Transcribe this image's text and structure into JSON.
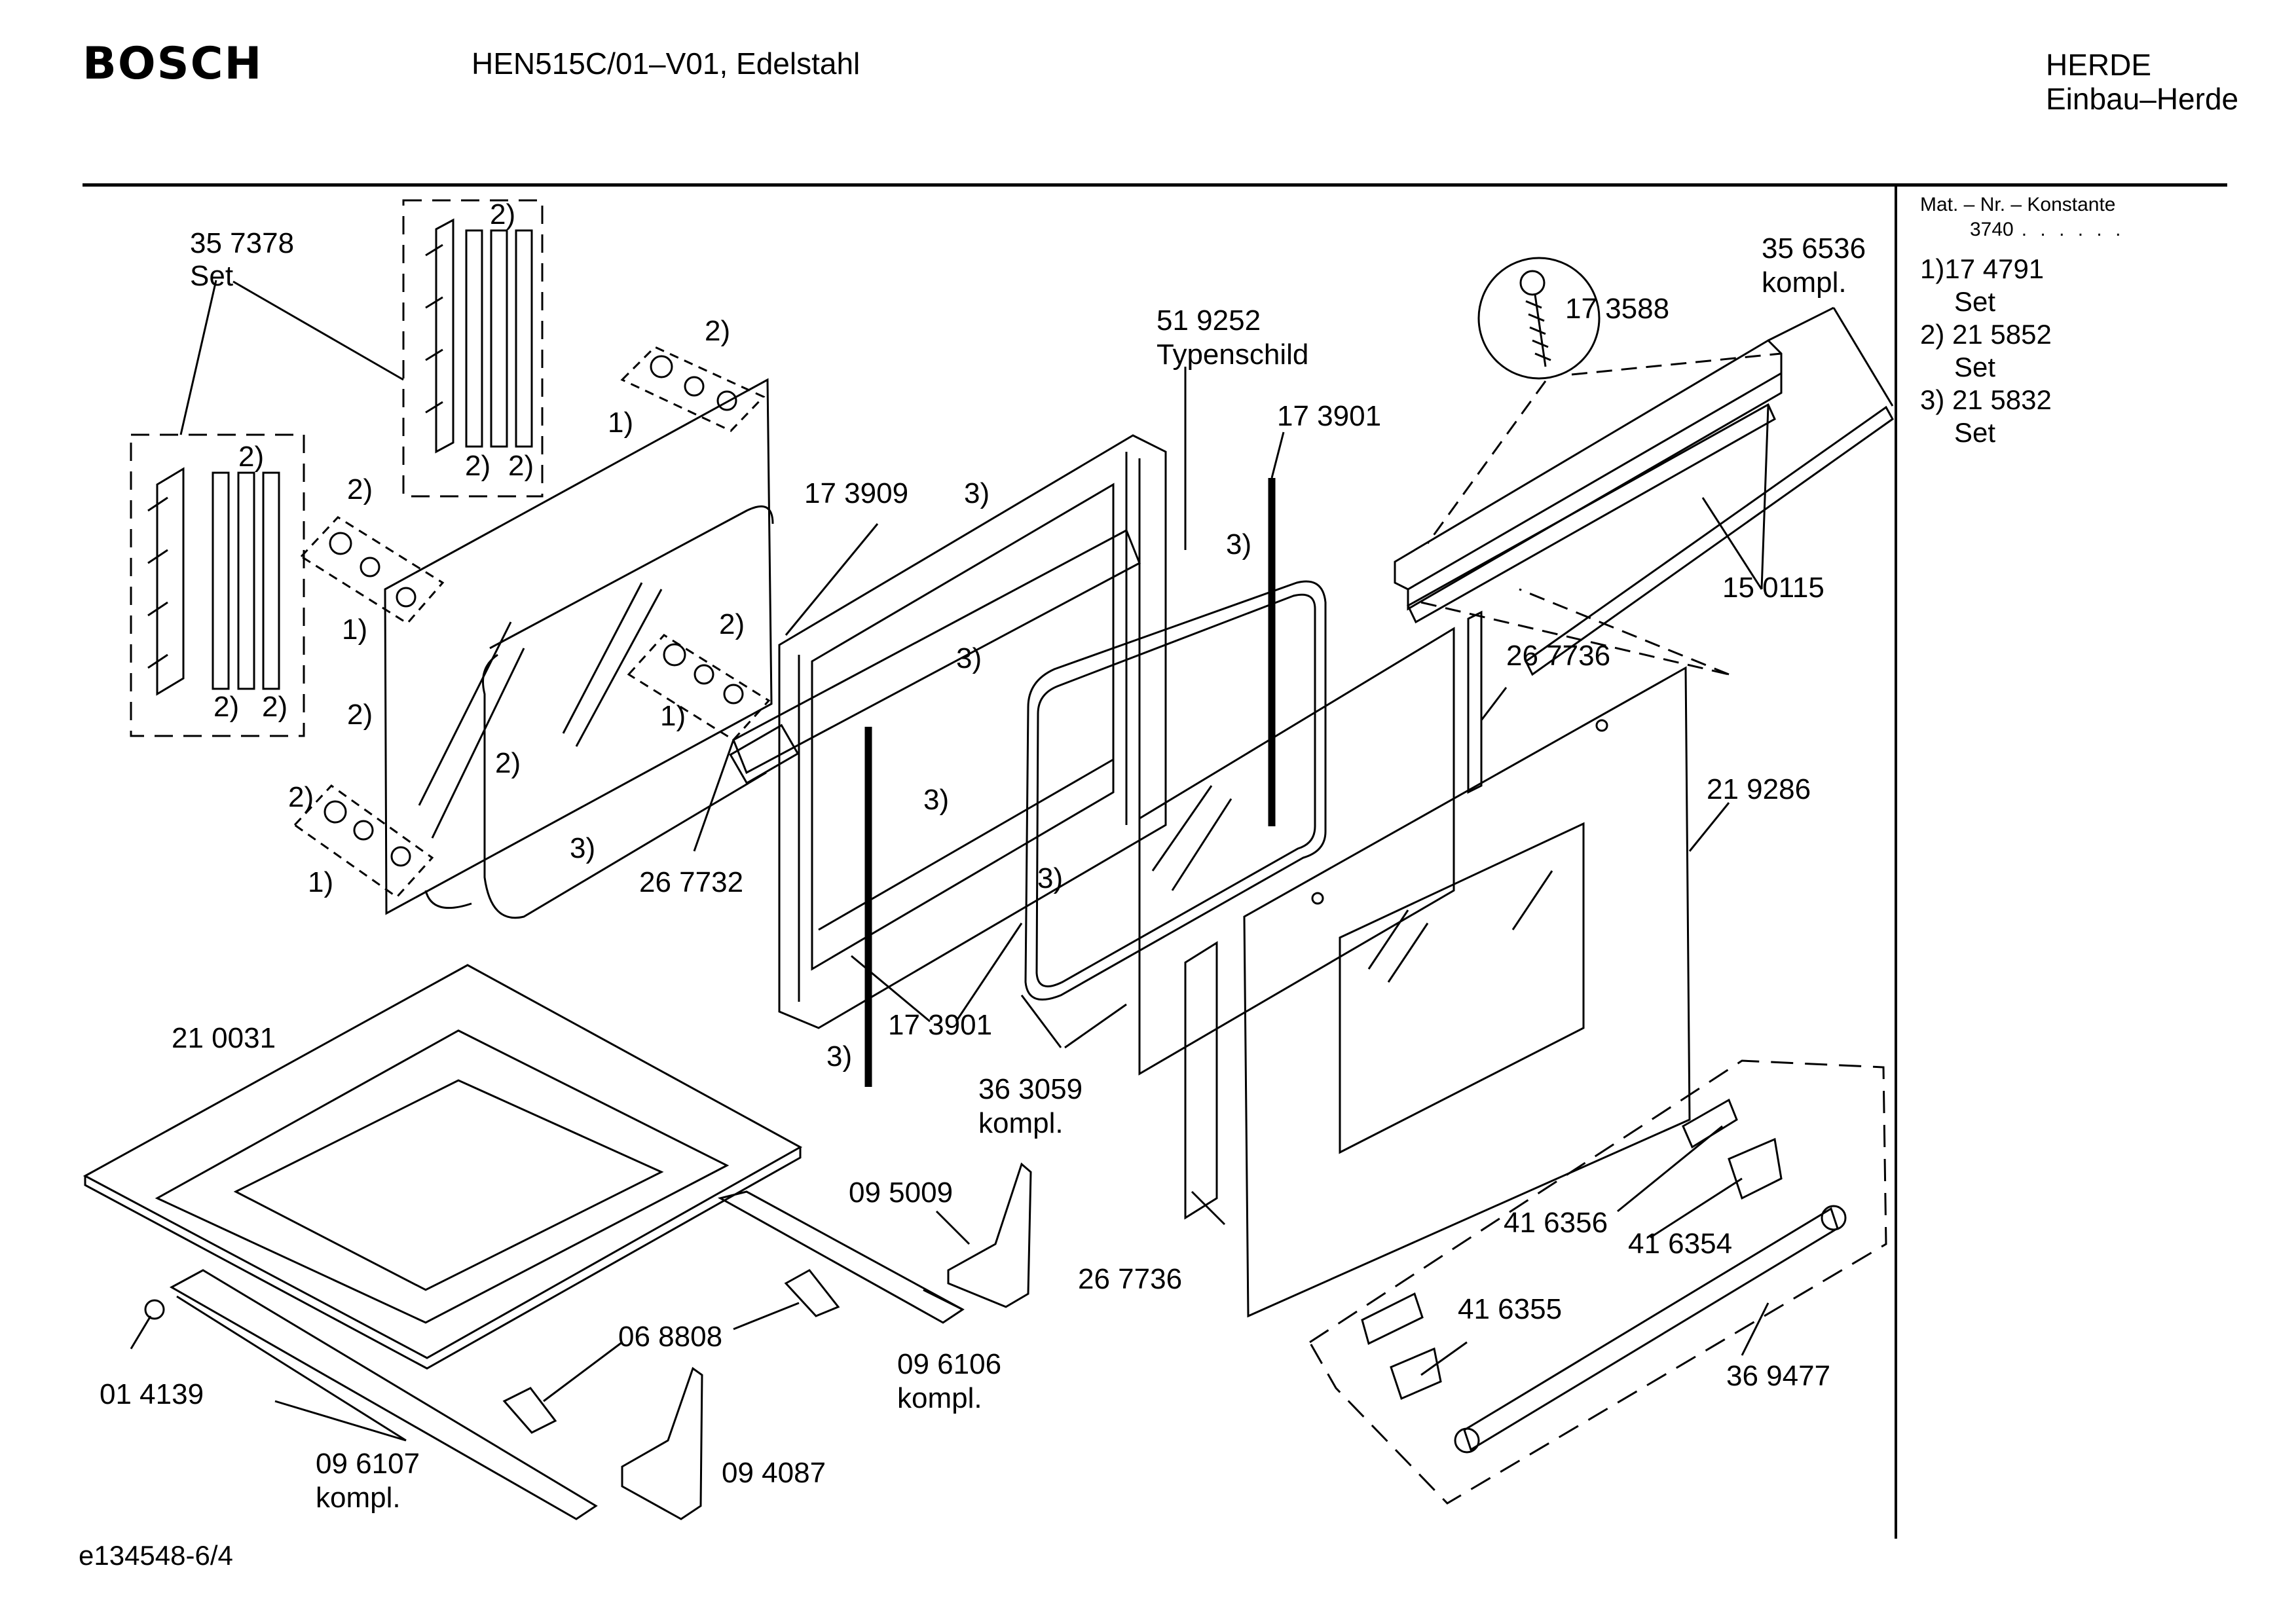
{
  "header": {
    "brand": "BOSCH",
    "model": "HEN515C/01–V01, Edelstahl",
    "category_main": "HERDE",
    "category_sub": "Einbau–Herde"
  },
  "legend": {
    "title": "Mat. – Nr. – Konstante",
    "constant": "3740",
    "constant_dots": ". . . . . .",
    "items": [
      {
        "code": "1)17 4791",
        "label": "Set"
      },
      {
        "code": "2) 21 5852",
        "label": "Set"
      },
      {
        "code": "3) 21 5832",
        "label": "Set"
      }
    ]
  },
  "labels": {
    "p357378": "35 7378",
    "set": "Set",
    "p173909": "17 3909",
    "p519252": "51 9252",
    "typenschild": "Typenschild",
    "p173901a": "17 3901",
    "p173588": "17 3588",
    "p356536": "35 6536",
    "kompl": "kompl.",
    "p150115": "15 0115",
    "p267736a": "26 7736",
    "p219286": "21 9286",
    "p267732": "26 7732",
    "p173901b": "17 3901",
    "p363059": "36 3059",
    "p210031": "21 0031",
    "p095009": "09 5009",
    "p267736b": "26 7736",
    "p416356": "41 6356",
    "p416354": "41 6354",
    "p416355": "41 6355",
    "p369477": "36 9477",
    "p068808": "06 8808",
    "p096106": "09 6106",
    "p014139": "01 4139",
    "p096107": "09 6107",
    "p094087": "09 4087",
    "m1": "1)",
    "m2": "2)",
    "m3": "3)"
  },
  "footer": {
    "code": "e134548-6/4"
  }
}
